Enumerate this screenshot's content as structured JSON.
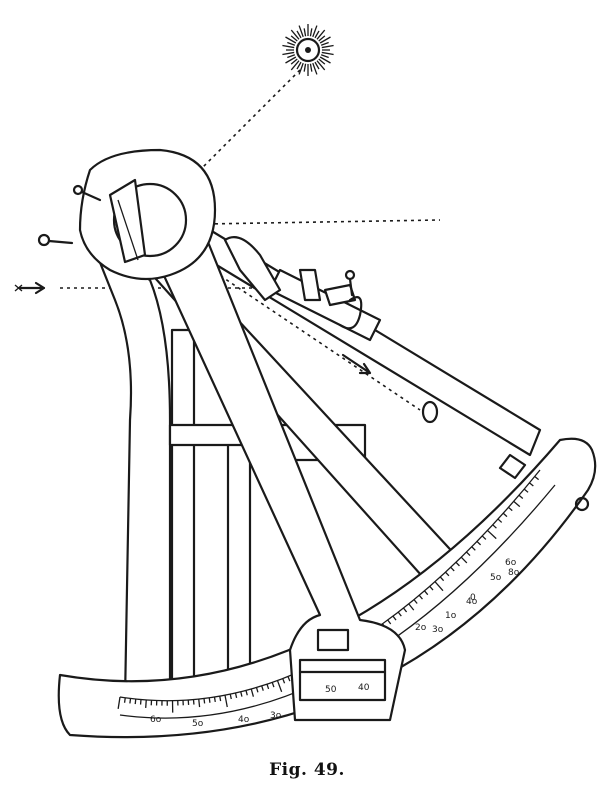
{
  "caption": "Fig. 49.",
  "arc_scale_labels": [
    "6o",
    "5o",
    "4o",
    "3o",
    "2o",
    "1o",
    "0"
  ],
  "vernier_labels": [
    "50",
    "40"
  ],
  "sextant_scale_labels": [
    "3o",
    "4o",
    "5o",
    "6o",
    "8o"
  ]
}
